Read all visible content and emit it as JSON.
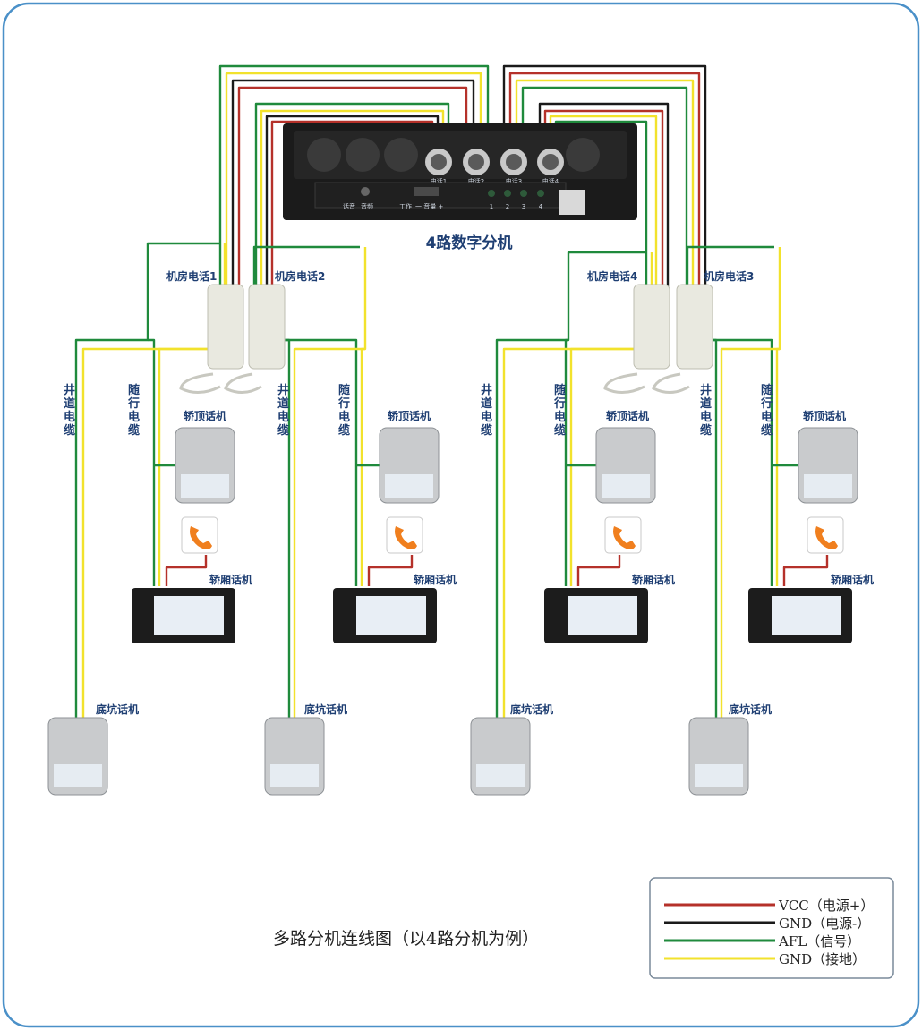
{
  "title": "4路数字分机",
  "caption": "多路分机连线图（以4路分机为例）",
  "unit": {
    "port_labels": [
      "电话1",
      "电话2",
      "电话3",
      "电话4"
    ],
    "panel_labels": [
      "话音",
      "音频",
      "工作",
      "一 音量 +"
    ],
    "channel_numbers": [
      "1",
      "2",
      "3",
      "4"
    ]
  },
  "labels": {
    "machine_room_phones": [
      "机房电话1",
      "机房电话2",
      "机房电话4",
      "机房电话3"
    ],
    "shaft_cable": "井道电缆",
    "travel_cable": "随行电缆",
    "car_top_phone": "轿顶话机",
    "car_phone": "轿厢话机",
    "pit_phone": "底坑话机"
  },
  "legend": [
    {
      "color": "#b5312a",
      "label": "VCC（电源+）"
    },
    {
      "color": "#1a1a1a",
      "label": "GND（电源-）"
    },
    {
      "color": "#1f8a3c",
      "label": "AFL（信号）"
    },
    {
      "color": "#f2e22c",
      "label": "GND（接地）"
    }
  ],
  "colors": {
    "red": "#b5312a",
    "black": "#1a1a1a",
    "green": "#1f8a3c",
    "yellow": "#f2e22c",
    "frame": "#4a90c8",
    "label": "#1f3f73",
    "handset_icon": "#f07f1e"
  },
  "icons": [
    "speaker-phone-icon",
    "handset-icon",
    "wall-phone-icon",
    "interface-box-icon"
  ]
}
